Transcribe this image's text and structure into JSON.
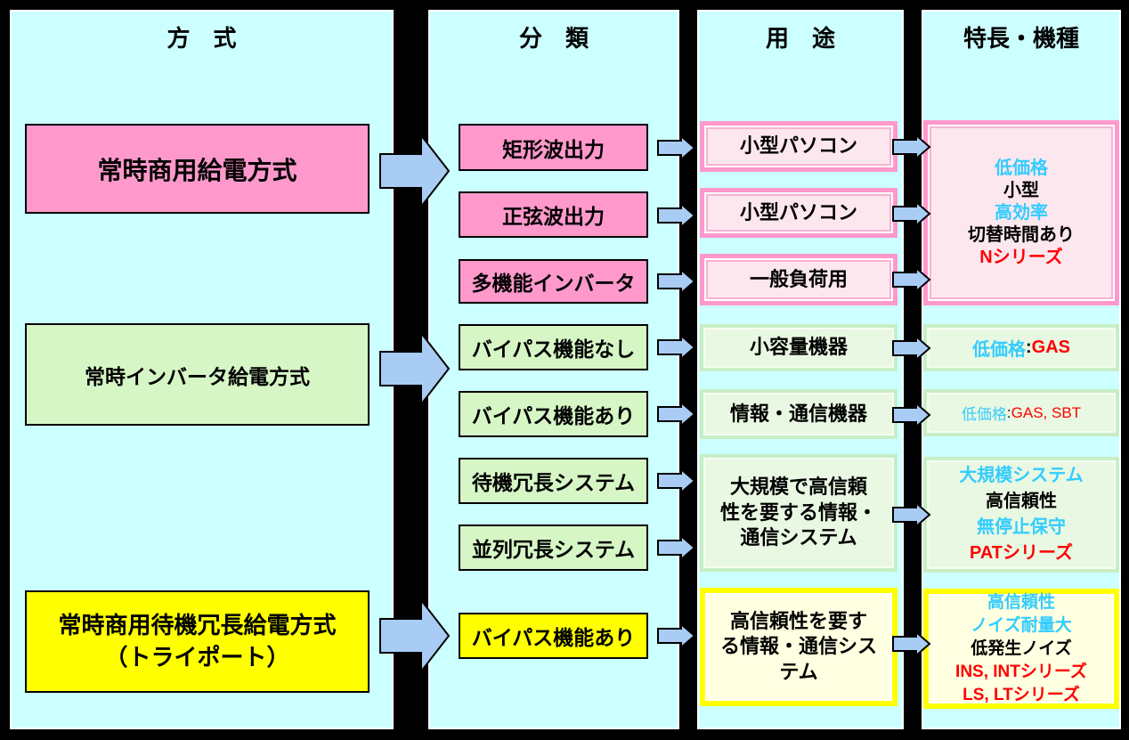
{
  "columns": [
    {
      "header": "方　式"
    },
    {
      "header": "分　類"
    },
    {
      "header": "用　途"
    },
    {
      "header": "特長・機種"
    }
  ],
  "methods": [
    {
      "label": "常時商用給電方式"
    },
    {
      "label": "常時インバータ給電方式"
    },
    {
      "label": "常時商用待機冗長給電方式",
      "sublabel": "（トライポート）"
    }
  ],
  "classifications": [
    {
      "label": "矩形波出力"
    },
    {
      "label": "正弦波出力"
    },
    {
      "label": "多機能インバータ"
    },
    {
      "label": "バイパス機能なし"
    },
    {
      "label": "バイパス機能あり"
    },
    {
      "label": "待機冗長システム"
    },
    {
      "label": "並列冗長システム"
    },
    {
      "label": "バイパス機能あり"
    }
  ],
  "usages": [
    {
      "lines": [
        "小型パソコン"
      ]
    },
    {
      "lines": [
        "小型パソコン"
      ]
    },
    {
      "lines": [
        "一般負荷用"
      ]
    },
    {
      "lines": [
        "小容量機器"
      ]
    },
    {
      "lines": [
        "情報・通信機器"
      ]
    },
    {
      "lines": [
        "大規模で高信頼",
        "性を要する情報・",
        "通信システム"
      ]
    },
    {
      "lines": [
        "高信頼性を要す",
        "る情報・通信シス",
        "テム"
      ]
    }
  ],
  "features": [
    {
      "lines": [
        {
          "text": "低価格",
          "color": "#33ccff"
        },
        {
          "text": "小型",
          "color": "#000000"
        },
        {
          "text": "高効率",
          "color": "#33ccff"
        },
        {
          "text": "切替時間あり",
          "color": "#000000"
        },
        {
          "text": "Nシリーズ",
          "color": "#ff0000"
        }
      ]
    },
    {
      "segments": [
        {
          "text": "低価格",
          "color": "#33ccff"
        },
        {
          "text": ":",
          "color": "#000000"
        },
        {
          "text": "GAS",
          "color": "#ff0000"
        }
      ]
    },
    {
      "segments": [
        {
          "text": "低価格",
          "color": "#33ccff"
        },
        {
          "text": ":",
          "color": "#000000"
        },
        {
          "text": "GAS, SBT",
          "color": "#ff0000"
        }
      ]
    },
    {
      "lines": [
        {
          "text": "大規模システム",
          "color": "#33ccff"
        },
        {
          "text": "高信頼性",
          "color": "#000000"
        },
        {
          "text": "無停止保守",
          "color": "#33ccff"
        },
        {
          "text": "PATシリーズ",
          "color": "#ff0000"
        }
      ]
    },
    {
      "lines": [
        {
          "text": "高信頼性",
          "color": "#33ccff"
        },
        {
          "text": "ノイズ耐量大",
          "color": "#33ccff"
        },
        {
          "text": "低発生ノイズ",
          "color": "#000000"
        },
        {
          "text": "INS, INTシリーズ",
          "color": "#ff0000"
        },
        {
          "text": "LS, LTシリーズ",
          "color": "#ff0000"
        }
      ]
    }
  ],
  "palette": {
    "panel_bg": "#ccffff",
    "pink": "#ff99cc",
    "light_green": "#d6f6c6",
    "yellow": "#ffff00",
    "pink_fill": "#fde7ee",
    "green_fill": "#e9f8e2",
    "cream_fill": "#ffffe1",
    "arrow_blue": "#a8ccf4",
    "cyan_text": "#33ccff",
    "red_text": "#ff0000"
  }
}
